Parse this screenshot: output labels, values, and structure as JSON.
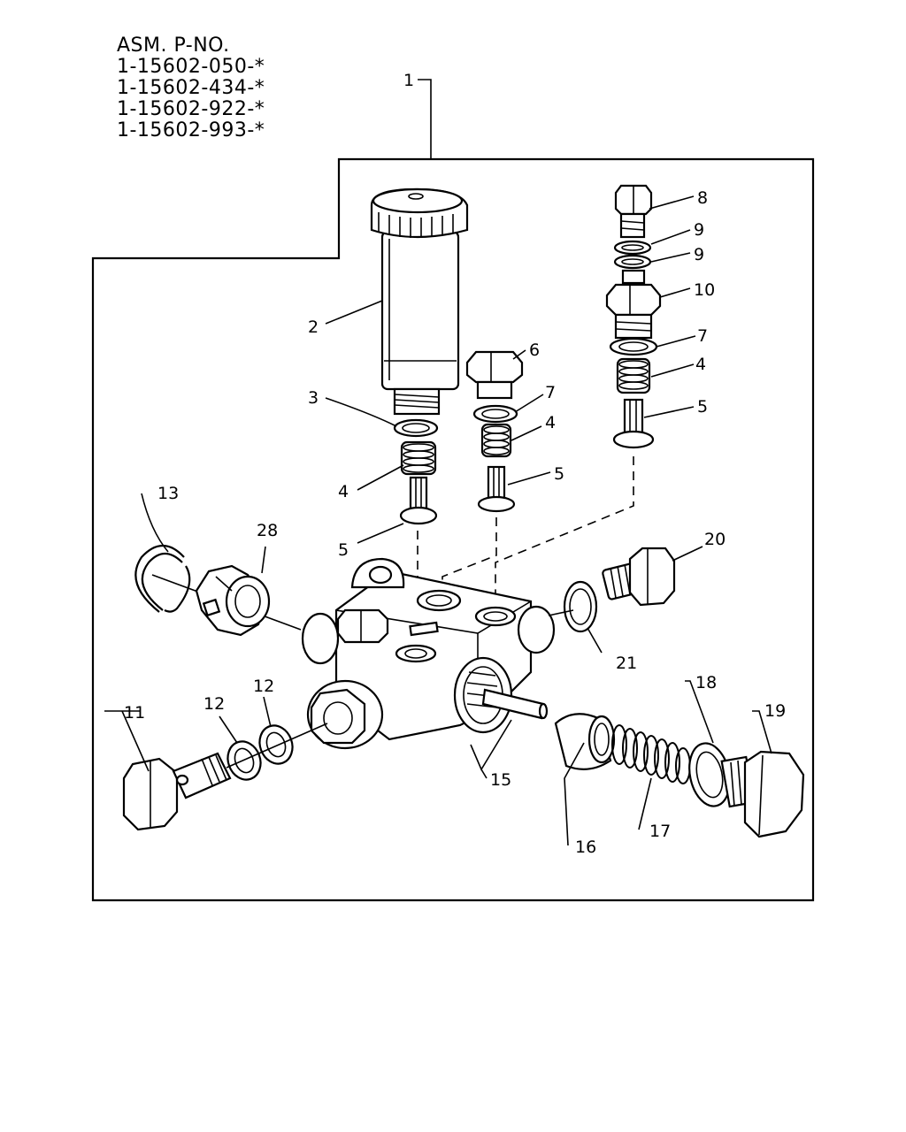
{
  "header": {
    "title": "ASM. P-NO.",
    "part_numbers": [
      "1-15602-050-*",
      "1-15602-434-*",
      "1-15602-922-*",
      "1-15602-993-*"
    ]
  },
  "callouts": {
    "c1": "1",
    "c2": "2",
    "c3": "3",
    "c4a": "4",
    "c5a": "5",
    "c6": "6",
    "c7a": "7",
    "c4b": "4",
    "c5b": "5",
    "c8": "8",
    "c9a": "9",
    "c9b": "9",
    "c10": "10",
    "c7b": "7",
    "c4c": "4",
    "c5c": "5",
    "c13": "13",
    "c28": "28",
    "c20": "20",
    "c21": "21",
    "c11": "11",
    "c12a": "12",
    "c12b": "12",
    "c15": "15",
    "c16": "16",
    "c17": "17",
    "c18": "18",
    "c19": "19"
  },
  "colors": {
    "line": "#000000",
    "background": "#ffffff"
  }
}
